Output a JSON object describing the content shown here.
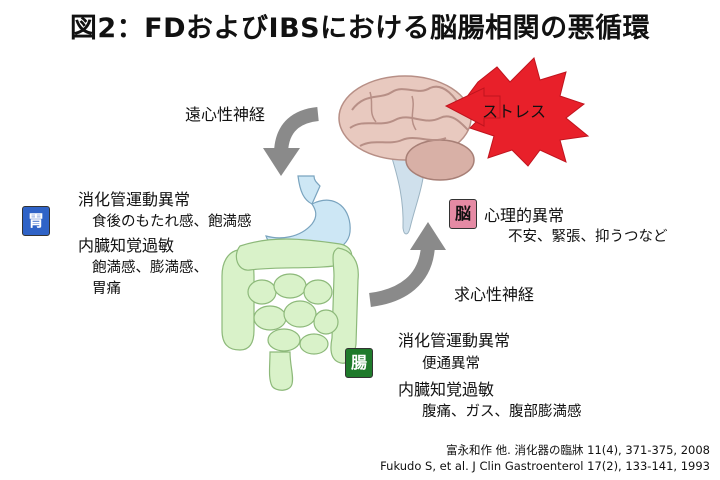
{
  "title": "図2：FDおよびIBSにおける脳腸相関の悪循環",
  "efferent_label": "遠心性神経",
  "afferent_label": "求心性神経",
  "stress_label": "ストレス",
  "brain": {
    "badge": "脳",
    "heading": "心理的異常",
    "details": "不安、緊張、抑うつなど"
  },
  "stomach": {
    "badge": "胃",
    "motility": "消化管運動異常",
    "motility_detail": "食後のもたれ感、飽満感",
    "hypersensitivity": "内臓知覚過敏",
    "hyper_detail_1": "飽満感、膨満感、",
    "hyper_detail_2": "胃痛"
  },
  "intestine": {
    "badge": "腸",
    "motility": "消化管運動異常",
    "motility_detail": "便通異常",
    "hypersensitivity": "内臓知覚過敏",
    "hyper_detail": "腹痛、ガス、腹部膨満感"
  },
  "references": [
    "富永和作 他. 消化器の臨牀 11(4), 371-375, 2008",
    "Fukudo S, et al. J Clin Gastroenterol 17(2), 133-141, 1993"
  ],
  "colors": {
    "arrow": "#8a8a8a",
    "brain": "#e8c9bf",
    "gut": "#d9f2c9",
    "stomach": "#cde7f5",
    "starburst": "#e8202a"
  }
}
